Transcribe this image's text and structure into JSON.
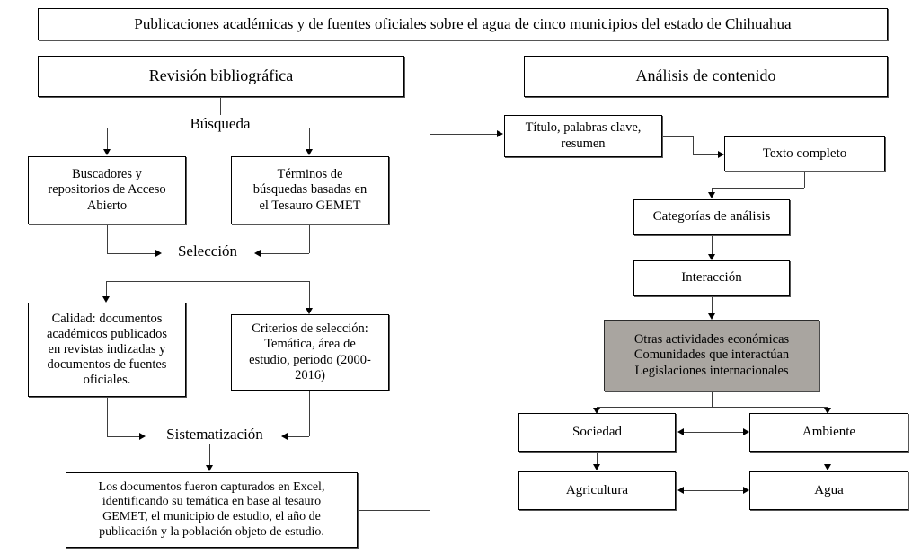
{
  "figure": {
    "title": "Publicaciones académicas y de fuentes oficiales sobre el agua de cinco municipios del estado de Chihuahua",
    "highlight_color": "#a9a5a0",
    "line_color": "#3d3d3d",
    "background_color": "#ffffff"
  },
  "left_column": {
    "phase_title": "Revisión bibliográfica",
    "stages": {
      "search": "Búsqueda",
      "selection": "Selección",
      "systematization": "Sistematización"
    },
    "search_boxes": [
      "Buscadores y\nrepositorios de Acceso\nAbierto",
      "Términos de\nbúsquedas basadas en\nel Tesauro GEMET"
    ],
    "selection_boxes": [
      "Calidad: documentos\nacadémicos publicados\nen revistas indizadas y\ndocumentos de fuentes\noficiales.",
      "Criterios de selección:\nTemática, área de\nestudio, periodo (2000-\n2016)"
    ],
    "systematization_box": "Los documentos fueron capturados en Excel,\nidentificando su temática en base al tesauro\nGEMET, el municipio de estudio, el año de\npublicación y la población objeto de estudio."
  },
  "right_column": {
    "phase_title": "Análisis de contenido",
    "boxes": {
      "title_keywords": "Título, palabras clave,\nresumen",
      "full_text": "Texto completo",
      "analysis_categories": "Categorías de análisis",
      "interaction": "Interacción",
      "highlight": "Otras actividades económicas\nComunidades que interactúan\nLegislaciones internacionales"
    },
    "outcomes": [
      "Sociedad",
      "Ambiente",
      "Agricultura",
      "Agua"
    ]
  }
}
